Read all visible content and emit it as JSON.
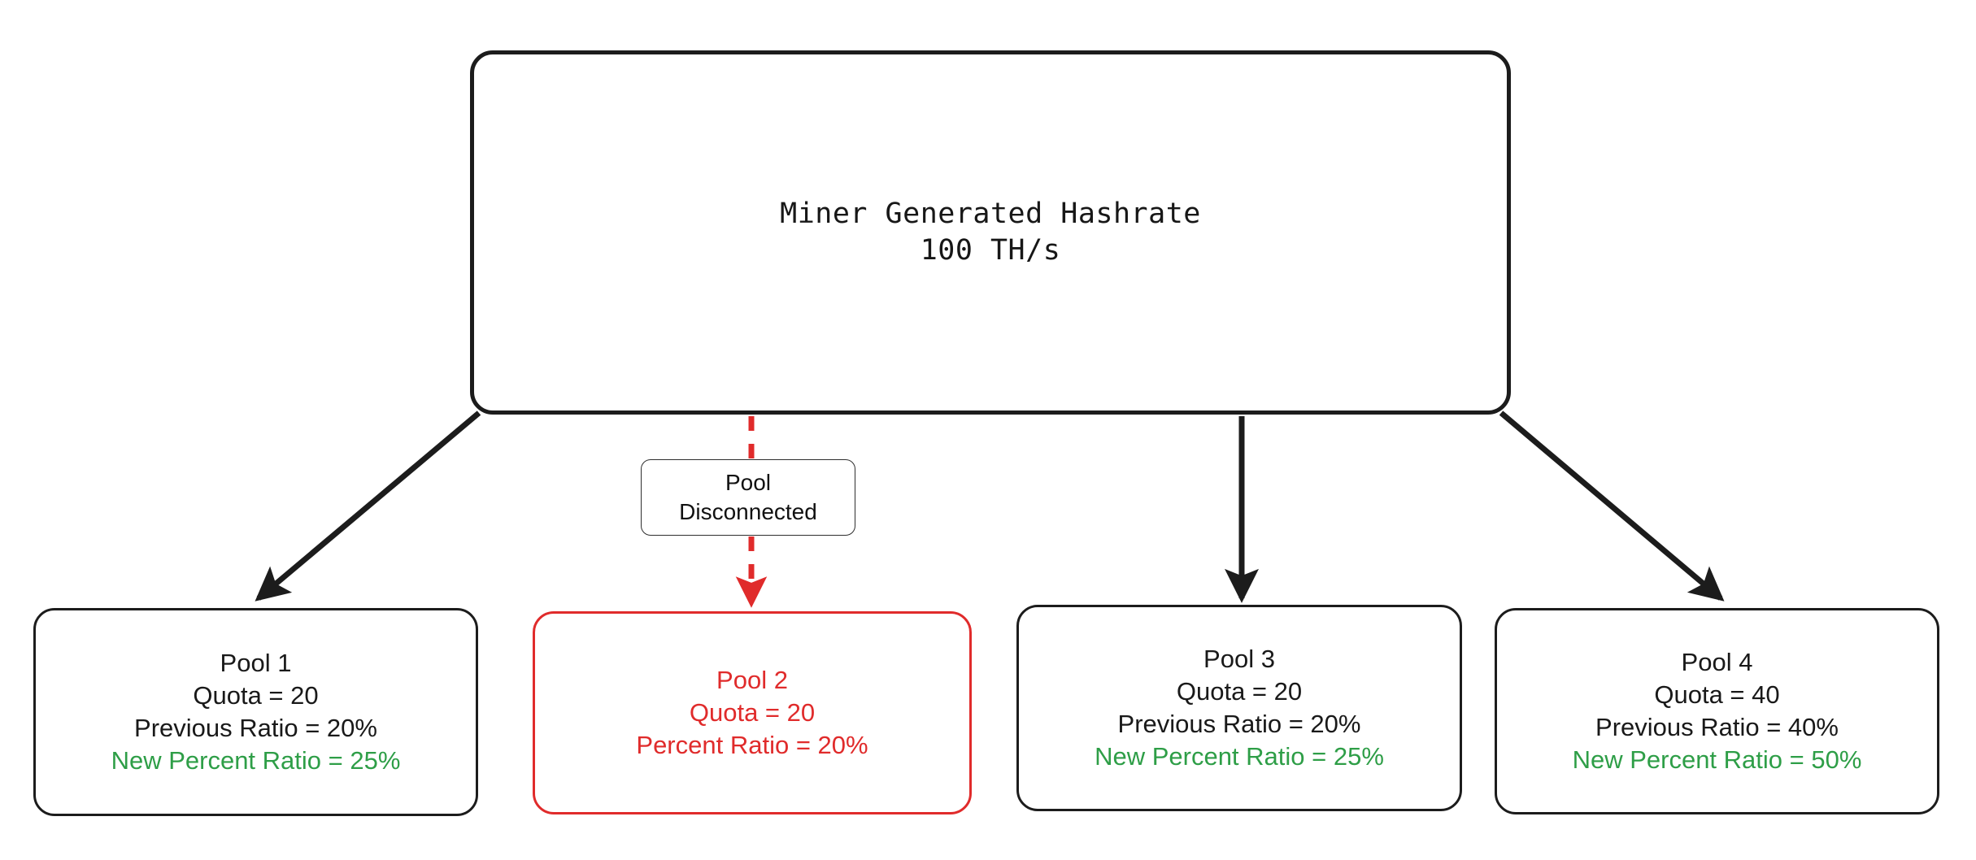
{
  "diagram": {
    "title": "Miner hashrate distribution across pools",
    "background": "#ffffff",
    "colors": {
      "stroke": "#1c1c1c",
      "text": "#191919",
      "accent_green": "#2e9e47",
      "offline_red": "#e02b2b",
      "label_border": "#2e2e2e"
    }
  },
  "root": {
    "name": "miner-generated-hashrate",
    "line_1": "Miner Generated Hashrate",
    "line_2": "100 TH/s",
    "hashrate_value": 100,
    "hashrate_unit": "TH/s"
  },
  "edge_label": {
    "name": "pool-disconnected-label",
    "line_1": "Pool",
    "line_2": "Disconnected",
    "color": "#e02b2b",
    "style": "dashed"
  },
  "pools": [
    {
      "id": "pool-1",
      "title": "Pool 1",
      "quota": "Quota = 20",
      "previous_ratio": "Previous Ratio = 20%",
      "new_ratio": "New Percent Ratio = 25%",
      "quota_value": 20,
      "previous_ratio_value": 20,
      "new_ratio_value": 25,
      "status": "connected"
    },
    {
      "id": "pool-2",
      "title": "Pool 2",
      "quota": "Quota = 20",
      "previous_ratio": "Percent Ratio = 20%",
      "new_ratio": "",
      "quota_value": 20,
      "previous_ratio_value": 20,
      "new_ratio_value": null,
      "status": "disconnected"
    },
    {
      "id": "pool-3",
      "title": "Pool 3",
      "quota": "Quota = 20",
      "previous_ratio": "Previous Ratio = 20%",
      "new_ratio": "New Percent Ratio = 25%",
      "quota_value": 20,
      "previous_ratio_value": 20,
      "new_ratio_value": 25,
      "status": "connected"
    },
    {
      "id": "pool-4",
      "title": "Pool 4",
      "quota": "Quota = 40",
      "previous_ratio": "Previous Ratio = 40%",
      "new_ratio": "New Percent Ratio = 50%",
      "quota_value": 40,
      "previous_ratio_value": 40,
      "new_ratio_value": 50,
      "status": "connected"
    }
  ]
}
